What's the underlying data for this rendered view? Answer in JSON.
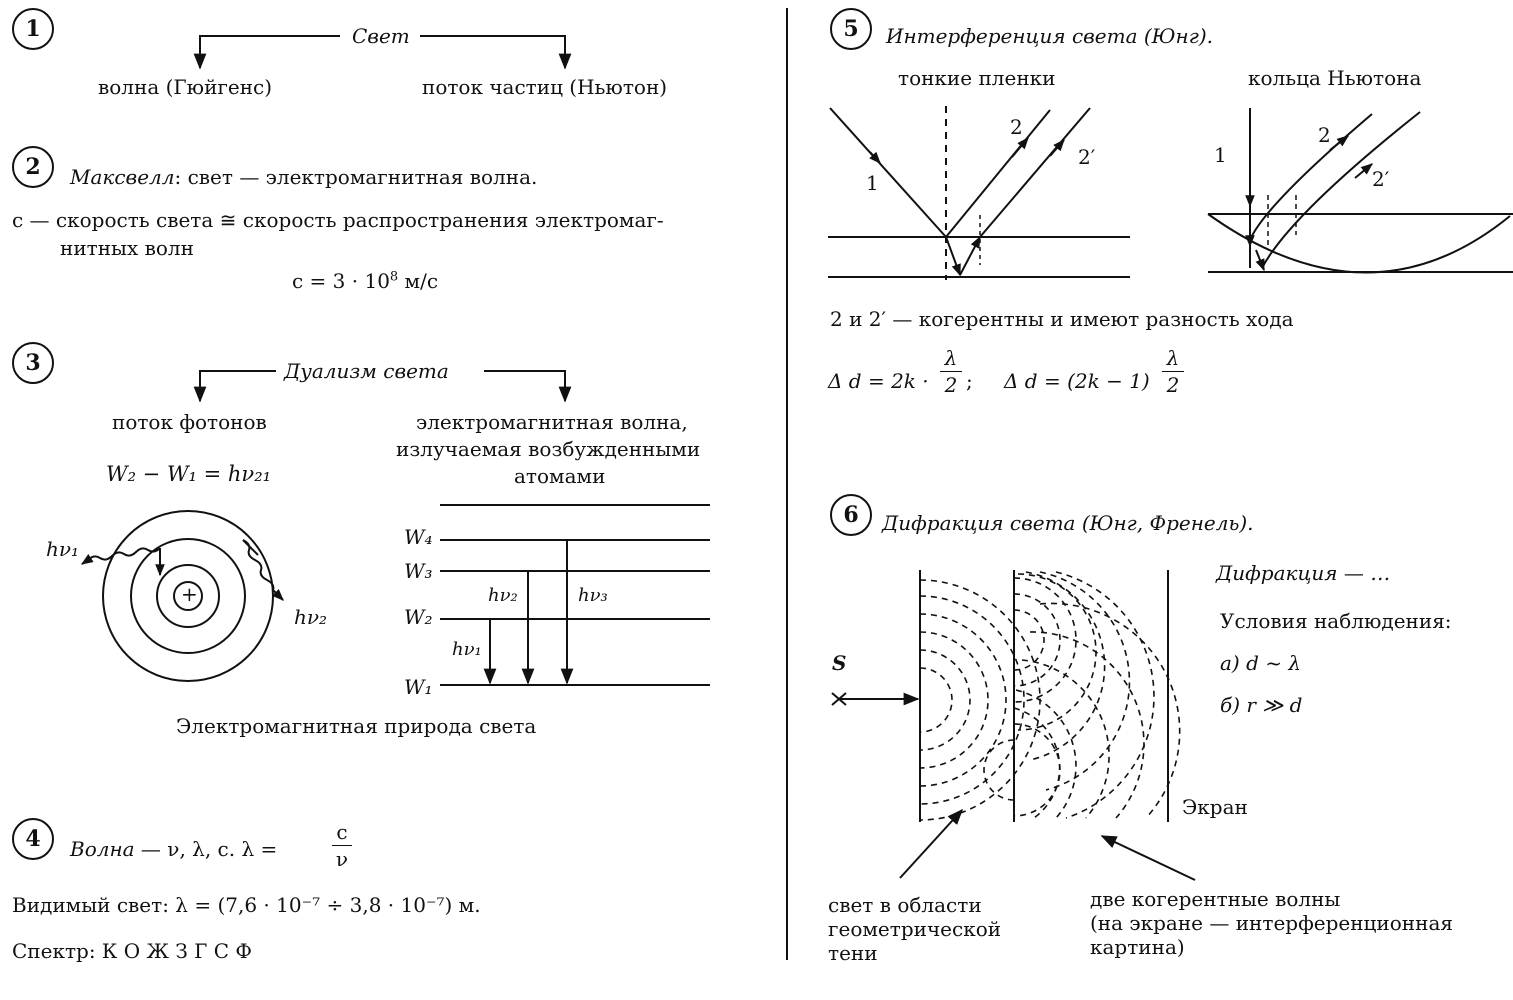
{
  "left": {
    "s1": {
      "num": "1",
      "title": "Свет",
      "left": "волна (Гюйгенс)",
      "right": "поток частиц (Ньютон)"
    },
    "s2": {
      "num": "2",
      "name": "Максвелл",
      "statement": ": свет — электромагнитная волна.",
      "line1": "c — скорость света ≅ скорость распространения электромаг-",
      "line2": "нитных волн",
      "formula_lhs": "c = 3 · 10",
      "formula_exp": "8",
      "formula_unit": " м/с"
    },
    "s3": {
      "num": "3",
      "title": "Дуализм света",
      "left": "поток фотонов",
      "right1": "электромагнитная волна,",
      "right2": "излучаемая возбужденными",
      "right3": "атомами",
      "formula": "W₂ − W₁ = hν₂₁",
      "hv1": "hν₁",
      "hv2": "hν₂",
      "nucleus": "+",
      "levels": [
        "W₄",
        "W₃",
        "W₂",
        "W₁"
      ],
      "lvl_hv1": "hν₁",
      "lvl_hv2": "hν₂",
      "lvl_hv3": "hν₃",
      "caption": "Электромагнитная природа света"
    },
    "s4": {
      "num": "4",
      "line1_it": "Волна",
      "line1_rest": " — ν, λ, c.   λ = ",
      "frac_num": "c",
      "frac_den": "ν",
      "visible": "Видимый свет: λ = (7,6 · 10⁻⁷ ÷ 3,8 · 10⁻⁷) м.",
      "spectrum": "Спектр:  К  О  Ж  З  Г  С  Ф"
    }
  },
  "right": {
    "s5": {
      "num": "5",
      "title": "Интерференция света (Юнг).",
      "films": "тонкие пленки",
      "rings": "кольца Ньютона",
      "ray1": "1",
      "ray2": "2",
      "ray2p": "2′",
      "coherent": "2 и 2′ — когерентны и имеют разность хода",
      "f1_lhs": "Δ d = 2k · ",
      "f2_lhs": "Δ d = (2k − 1)",
      "lambda": "λ",
      "two": "2",
      "sep": ";"
    },
    "s6": {
      "num": "6",
      "title": "Дифракция света (Юнг, Френель).",
      "diffr": "Дифракция — …",
      "cond": "Условия наблюдения:",
      "a": "а)  d ~ λ",
      "b": "б)  r ≫ d",
      "source": "S",
      "screen": "Экран",
      "shadow1": "свет в области",
      "shadow2": "геометрической",
      "shadow3": "тени",
      "coh1": "две когерентные волны",
      "coh2": "(на экране — интерференционная",
      "coh3": "картина)"
    }
  }
}
